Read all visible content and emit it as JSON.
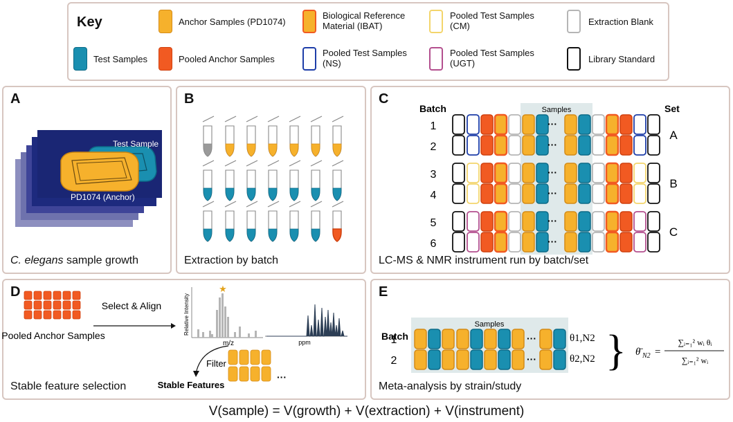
{
  "colors": {
    "orange": "#f6b12c",
    "orange_border": "#d48b17",
    "red": "#f15a22",
    "red_border": "#d0410f",
    "teal": "#1a8fb0",
    "teal_border": "#0d6b88",
    "white": "#ffffff",
    "blue_border": "#1d3da8",
    "yellow_border": "#f3d56b",
    "pink_border": "#b34f8e",
    "gray_border": "#b5b5b5",
    "black_border": "#111111",
    "bib_fill": "#f6b12c",
    "bib_border": "#f15a22",
    "panel_bg_shade": "#dfe9ea"
  },
  "key": {
    "title": "Key",
    "items": [
      {
        "label": "Anchor Samples (PD1074)",
        "swatch": "anchor"
      },
      {
        "label": "Biological Reference Material (IBAT)",
        "swatch": "bib"
      },
      {
        "label": "Pooled Test Samples (CM)",
        "swatch": "cm"
      },
      {
        "label": "Extraction Blank",
        "swatch": "blank"
      },
      {
        "label": "Test Samples",
        "swatch": "test"
      },
      {
        "label": "Pooled Anchor Samples",
        "swatch": "pooled_anchor"
      },
      {
        "label": "Pooled Test Samples (NS)",
        "swatch": "ns"
      },
      {
        "label": "Pooled Test Samples (UGT)",
        "swatch": "ugt"
      },
      {
        "label": "Library Standard",
        "swatch": "libstd"
      }
    ]
  },
  "panelA": {
    "label": "A",
    "test_sample_label": "Test Sample",
    "anchor_label": "PD1074 (Anchor)",
    "caption_italic": "C. elegans",
    "caption_rest": " sample growth"
  },
  "panelB": {
    "label": "B",
    "caption": "Extraction by batch"
  },
  "panelC": {
    "label": "C",
    "batch_header": "Batch",
    "set_header": "Set",
    "samples_label": "Samples",
    "batches": [
      "1",
      "2",
      "3",
      "4",
      "5",
      "6"
    ],
    "sets": [
      "A",
      "B",
      "C"
    ],
    "ellipsis": "···",
    "caption": "LC-MS & NMR instrument run by batch/set"
  },
  "panelD": {
    "label": "D",
    "pooled_label": "Pooled Anchor Samples",
    "select_align": "Select & Align",
    "relative_intensity": "Relative Intensity",
    "mz": "m/z",
    "ppm": "ppm",
    "filter": "Filter",
    "stable_features": "Stable Features",
    "ellipsis": "···",
    "caption": "Stable feature selection"
  },
  "panelE": {
    "label": "E",
    "batch_header": "Batch",
    "samples_label": "Samples",
    "batches": [
      "1",
      "2"
    ],
    "theta1": "θ1,N2",
    "theta2": "θ2,N2",
    "ellipsis": "···",
    "caption": "Meta-analysis by strain/study"
  },
  "equation": "V(sample) = V(growth) + V(extraction) + V(instrument)"
}
